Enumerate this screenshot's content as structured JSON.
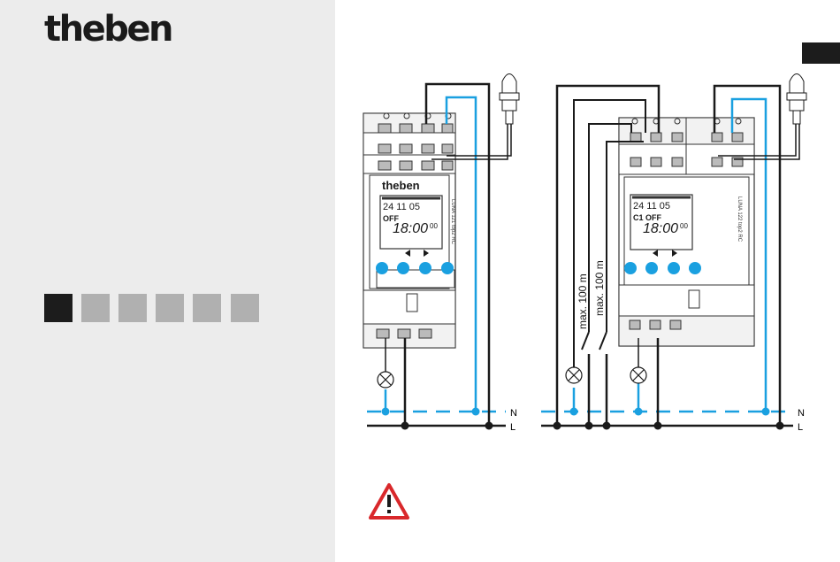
{
  "brand": {
    "logo_text": "theben"
  },
  "pagination": {
    "total": 6,
    "active_index": 0
  },
  "device_left": {
    "brand_label": "theben",
    "model_label": "LUNA 121 top2 RC",
    "date": "24  11  05",
    "status": "OFF",
    "time": "18:00",
    "seconds": "00"
  },
  "device_right": {
    "brand_label": "",
    "model_label": "LUNA 122 top2 RC",
    "date": "24  11  05",
    "status": "C1 OFF",
    "time": "18:00",
    "seconds": "00"
  },
  "wiring": {
    "cable_limit_1": "max. 100 m",
    "cable_limit_2": "max. 100 m",
    "neutral_label": "N",
    "line_label": "L"
  },
  "colors": {
    "wire_blue": "#1aa0e0",
    "wire_black": "#1a1a1a",
    "warning_red": "#d9282b",
    "button_blue": "#1aa0e0"
  },
  "icons": {
    "warning": "warning-triangle-icon",
    "sensor": "light-sensor-icon",
    "lamp": "lamp-icon"
  }
}
